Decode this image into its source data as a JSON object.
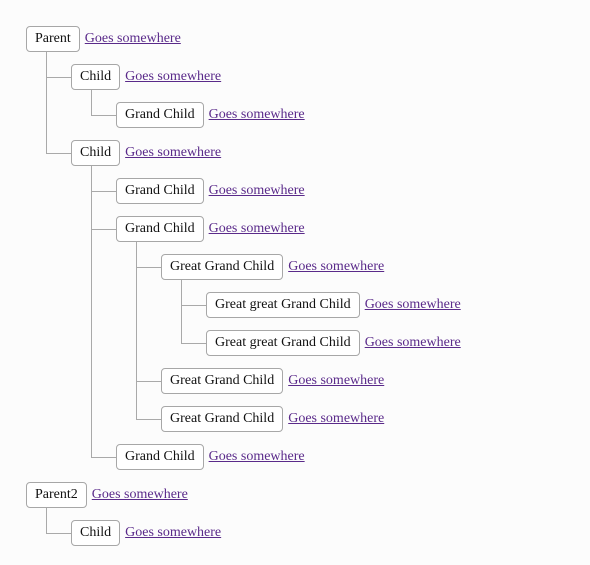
{
  "tree": [
    {
      "label": "Parent",
      "link": "Goes somewhere",
      "level": 0,
      "children": [
        {
          "label": "Child",
          "link": "Goes somewhere",
          "level": 1,
          "children": [
            {
              "label": "Grand Child",
              "link": "Goes somewhere",
              "level": 2,
              "children": []
            }
          ]
        },
        {
          "label": "Child",
          "link": "Goes somewhere",
          "level": 1,
          "children": [
            {
              "label": "Grand Child",
              "link": "Goes somewhere",
              "level": 2,
              "children": []
            },
            {
              "label": "Grand Child",
              "link": "Goes somewhere",
              "level": 2,
              "children": [
                {
                  "label": "Great Grand Child",
                  "link": "Goes somewhere",
                  "level": 3,
                  "children": [
                    {
                      "label": "Great great Grand Child",
                      "link": "Goes somewhere",
                      "level": 4,
                      "children": []
                    },
                    {
                      "label": "Great great Grand Child",
                      "link": "Goes somewhere",
                      "level": 4,
                      "children": []
                    }
                  ]
                },
                {
                  "label": "Great Grand Child",
                  "link": "Goes somewhere",
                  "level": 3,
                  "children": []
                },
                {
                  "label": "Great Grand Child",
                  "link": "Goes somewhere",
                  "level": 3,
                  "children": []
                }
              ]
            },
            {
              "label": "Grand Child",
              "link": "Goes somewhere",
              "level": 2,
              "children": []
            }
          ]
        }
      ]
    },
    {
      "label": "Parent2",
      "link": "Goes somewhere",
      "level": 0,
      "children": [
        {
          "label": "Child",
          "link": "Goes somewhere",
          "level": 1,
          "children": []
        }
      ]
    }
  ],
  "colors": {
    "line": "#a9a9a9",
    "box_border": "#a7a7a7",
    "link": "#5a2a8a"
  }
}
